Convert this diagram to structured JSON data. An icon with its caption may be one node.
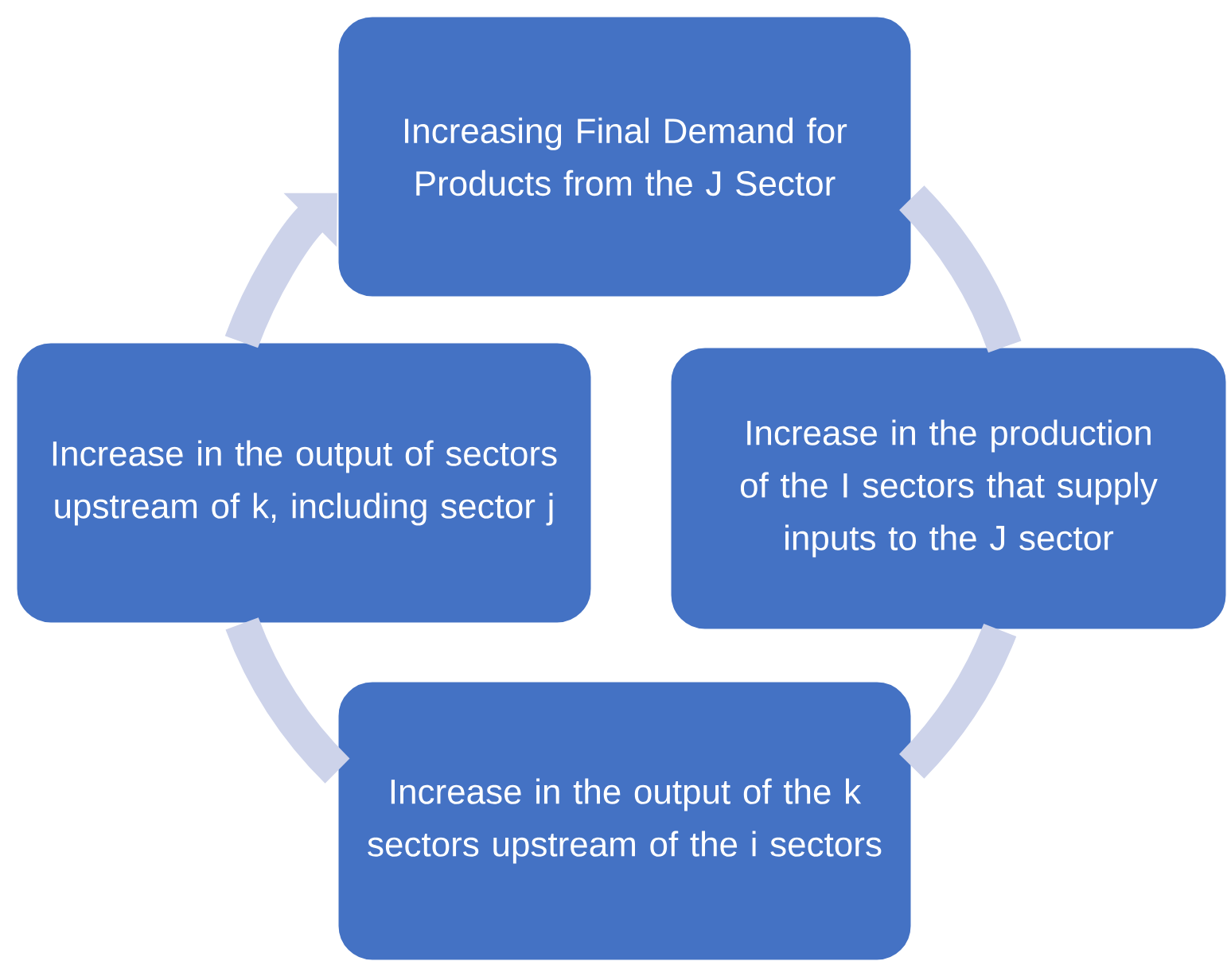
{
  "diagram": {
    "nodes": [
      {
        "text": [
          "Increasing Final Demand for Products from the J Sector"
        ]
      },
      {
        "text": [
          "Increase in the production of the I sectors that supply inputs to the J sector"
        ]
      },
      {
        "text": [
          "Increase in the output of the k sectors upstream of the i sectors"
        ]
      },
      {
        "text": [
          "Increase in the output of sectors upstream of k, including sector j"
        ]
      }
    ],
    "edges": [
      {
        "from": 0,
        "to": 1,
        "arrow": "none"
      },
      {
        "from": 1,
        "to": 2,
        "arrow": "none"
      },
      {
        "from": 2,
        "to": 3,
        "arrow": "none"
      },
      {
        "from": 3,
        "to": 0,
        "arrow": "to"
      }
    ]
  }
}
